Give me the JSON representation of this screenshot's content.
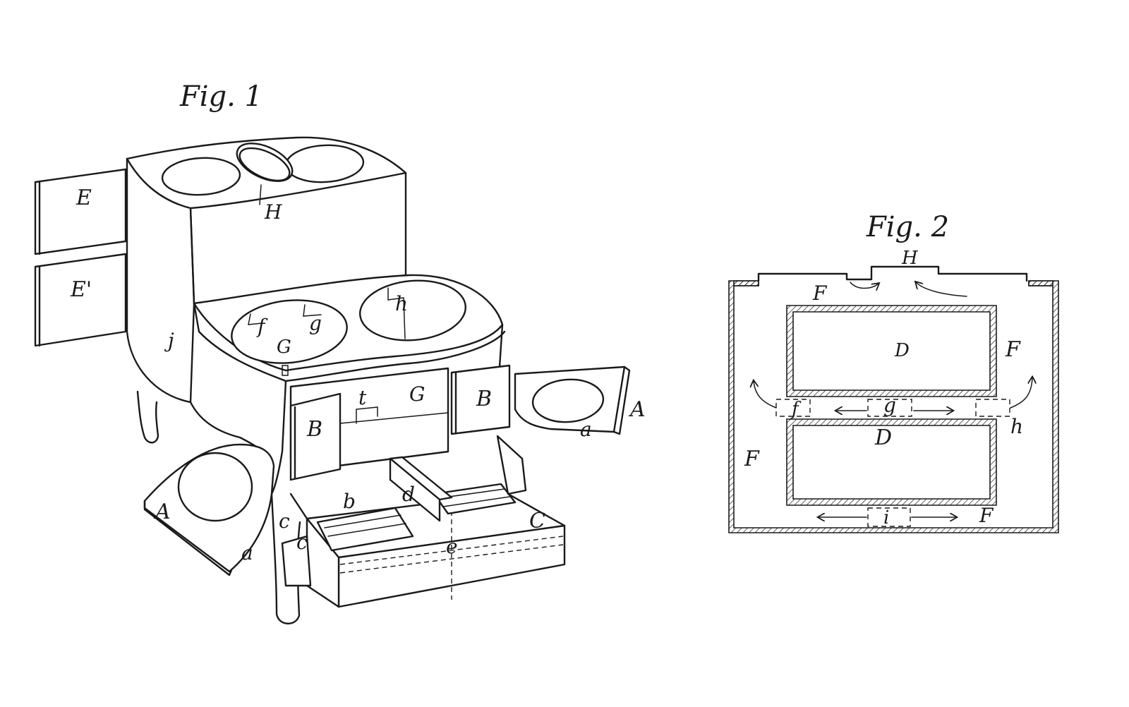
{
  "figures": [
    {
      "title": "Fig. 1",
      "labels": {
        "E": "E",
        "E_prime": "E'",
        "H": "H",
        "j": "j",
        "f": "f",
        "g": "g",
        "h": "h",
        "G_top": "G",
        "t": "t",
        "G_front": "G",
        "B_left": "B",
        "B_right": "B",
        "A_right": "A",
        "a_right": "a",
        "A_left": "A",
        "a_left": "a",
        "c_upper": "c",
        "c_lower": "c",
        "b": "b",
        "d": "d",
        "C": "C",
        "e": "e"
      }
    },
    {
      "title": "Fig. 2",
      "labels": {
        "H": "H",
        "F_top": "F",
        "F_right": "F",
        "F_left": "F",
        "F_bottom": "F",
        "D_upper": "D",
        "D_lower": "D",
        "f": "f",
        "g": "g",
        "h": "h",
        "i": "i"
      }
    }
  ],
  "colors": {
    "ink": "#1a1a1a",
    "paper": "#ffffff"
  }
}
